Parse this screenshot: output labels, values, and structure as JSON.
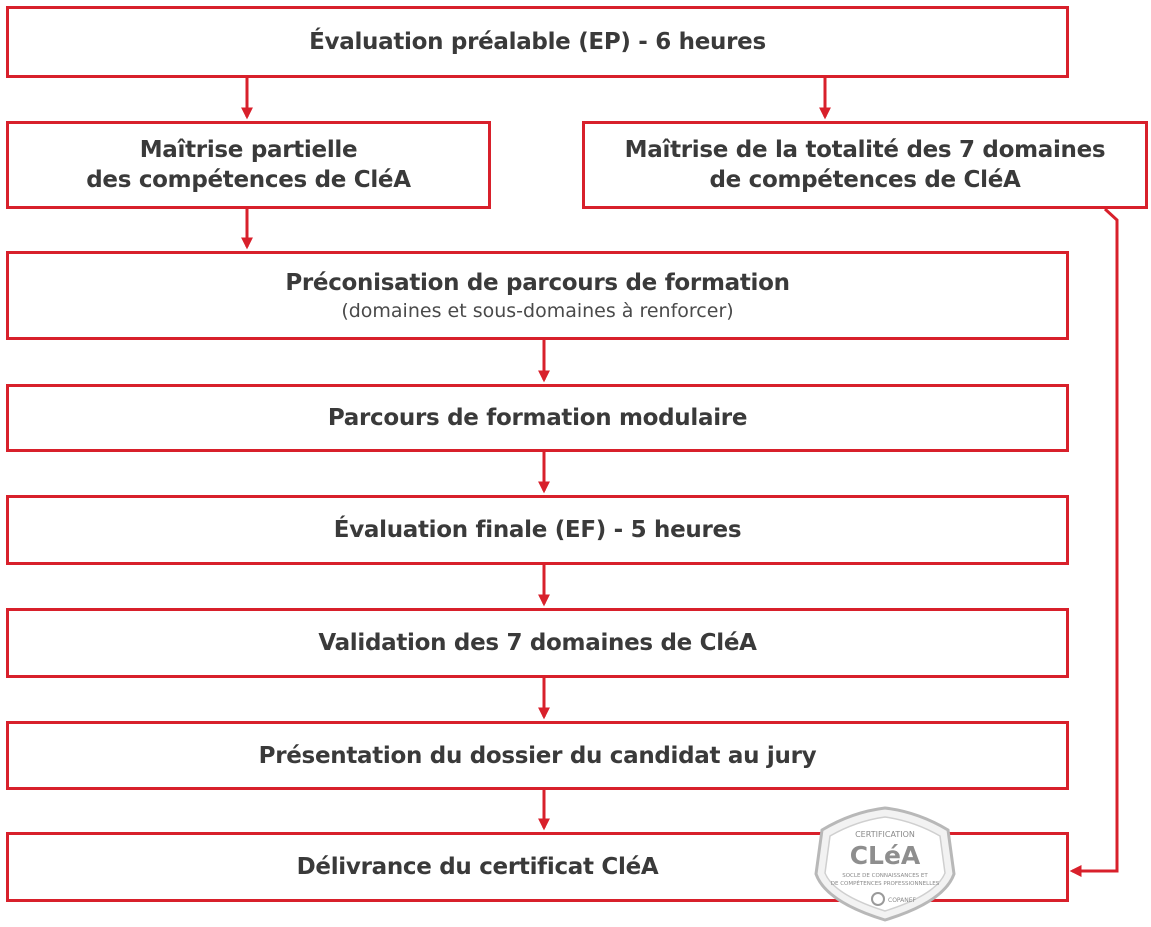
{
  "diagram": {
    "accent_color": "#d8202b",
    "text_color": "#3a3a3a",
    "nodes": {
      "ep": {
        "label": "Évaluation préalable (EP) - 6 heures"
      },
      "partial": {
        "line1": "Maîtrise partielle",
        "line2": "des compétences de CléA"
      },
      "total": {
        "line1": "Maîtrise de la totalité des 7 domaines",
        "line2": "de compétences de CléA"
      },
      "preconisation": {
        "label": "Préconisation de parcours de formation",
        "sub": "(domaines et sous-domaines à renforcer)"
      },
      "parcours": {
        "label": "Parcours de formation modulaire"
      },
      "ef": {
        "label": "Évaluation finale (EF) - 5 heures"
      },
      "validation": {
        "label": "Validation des 7 domaines de CléA"
      },
      "presentation": {
        "label": "Présentation du dossier du candidat au jury"
      },
      "delivrance": {
        "label": "Délivrance du certificat CléA"
      }
    },
    "badge": {
      "top": "CERTIFICATION",
      "brand": "CLéA",
      "line1": "SOCLE DE CONNAISSANCES ET",
      "line2": "DE COMPÉTENCES PROFESSIONNELLES",
      "org": "COPANEF"
    }
  }
}
